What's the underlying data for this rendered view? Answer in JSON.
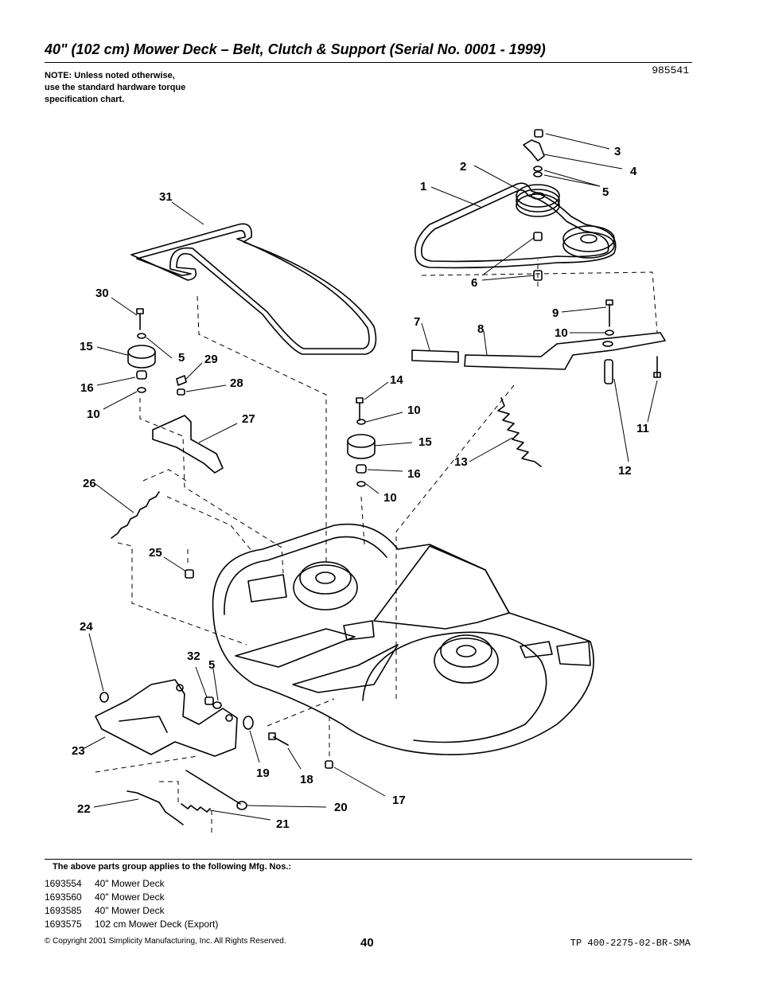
{
  "header": {
    "title": "40\" (102 cm) Mower Deck – Belt, Clutch & Support (Serial No. 0001 - 1999)",
    "doc_number": "985541",
    "note_lines": [
      "NOTE: Unless noted otherwise,",
      "use the standard hardware torque",
      "specification chart."
    ]
  },
  "callouts": [
    "1",
    "2",
    "3",
    "4",
    "5",
    "6",
    "7",
    "8",
    "9",
    "10",
    "11",
    "12",
    "13",
    "14",
    "15",
    "16",
    "17",
    "18",
    "19",
    "20",
    "21",
    "22",
    "23",
    "24",
    "25",
    "26",
    "27",
    "28",
    "29",
    "30",
    "31",
    "32"
  ],
  "applies": {
    "heading": "The above parts group applies to the following Mfg. Nos.:",
    "rows": [
      {
        "number": "1693554",
        "description": "40\" Mower Deck"
      },
      {
        "number": "1693560",
        "description": "40\" Mower Deck"
      },
      {
        "number": "1693585",
        "description": "40\" Mower Deck"
      },
      {
        "number": "1693575",
        "description": "102 cm Mower Deck (Export)"
      }
    ]
  },
  "footer": {
    "copyright": "© Copyright  2001 Simplicity Manufacturing, Inc. All Rights Reserved.",
    "page_number": "40",
    "tp_number": "TP 400-2275-02-BR-SMA"
  }
}
